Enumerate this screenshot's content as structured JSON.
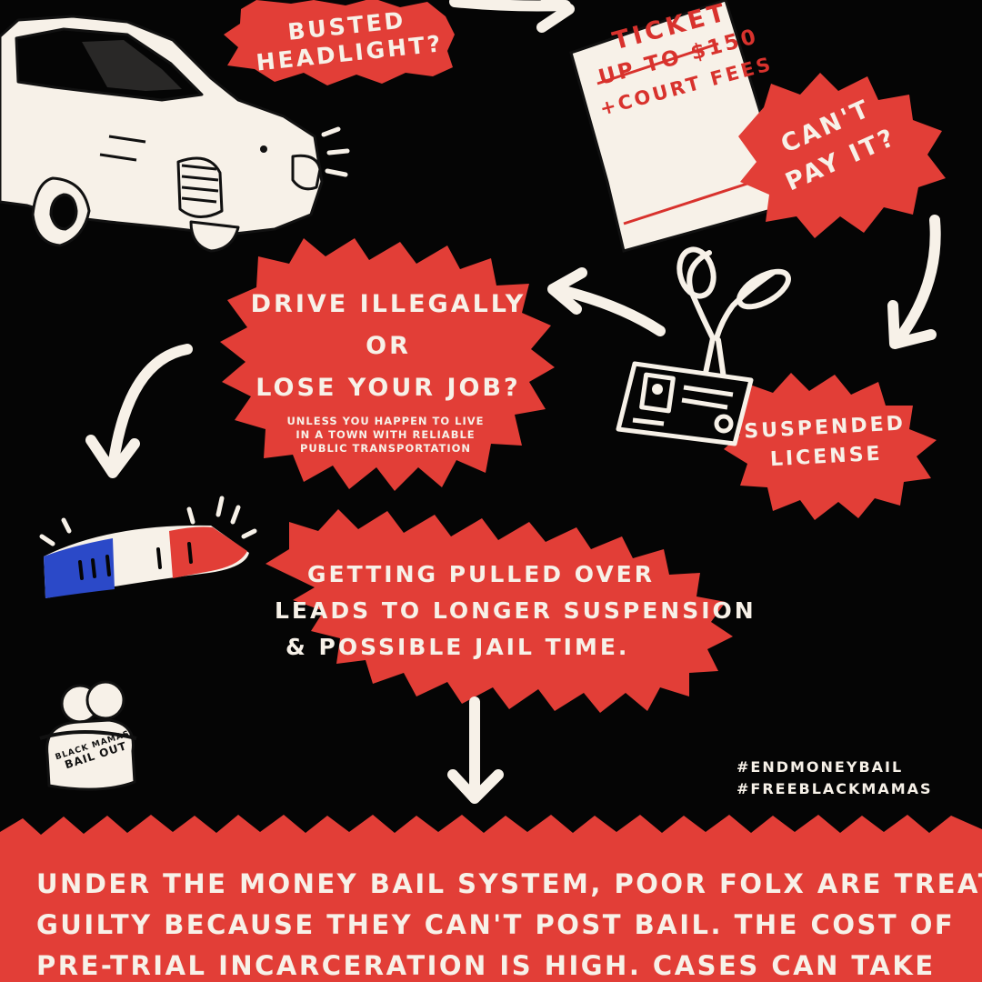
{
  "colors": {
    "background": "#050505",
    "badge_red": "#e23e37",
    "ink_white": "#f7f1e8",
    "ticket_red": "#d8322d",
    "siren_blue": "#2b49c8"
  },
  "icons": [
    "car-icon",
    "ticket-icon",
    "scissors-icon",
    "license-card-icon",
    "siren-light-icon",
    "hugging-figures-logo-icon",
    "arrow-icon"
  ],
  "badges": {
    "headlight": {
      "line1": "BUSTED",
      "line2": "HEADLIGHT?"
    },
    "ticket": {
      "line1": "TICKET",
      "line2": "UP TO $150",
      "line3": "+COURT FEES"
    },
    "cant_pay": {
      "line1": "CAN'T",
      "line2": "PAY IT?"
    },
    "drive": {
      "line1": "DRIVE ILLEGALLY",
      "line2": "OR",
      "line3": "LOSE YOUR JOB?",
      "note1": "UNLESS YOU HAPPEN TO LIVE",
      "note2": "IN A TOWN WITH RELIABLE",
      "note3": "PUBLIC TRANSPORTATION"
    },
    "suspended": {
      "line1": "SUSPENDED",
      "line2": "LICENSE"
    },
    "pulled_over": {
      "line1": "GETTING PULLED OVER",
      "line2": "LEADS TO LONGER SUSPENSION",
      "line3": "& POSSIBLE JAIL TIME."
    }
  },
  "logo": {
    "line1": "BLACK MAMAS",
    "line2": "BAIL OUT"
  },
  "hashtags": {
    "tag1": "#ENDMONEYBAIL",
    "tag2": "#FREEBLACKMAMAS"
  },
  "bottom_banner": {
    "line1": "UNDER THE MONEY BAIL SYSTEM, POOR FOLX ARE TREATED",
    "line2": "GUILTY BECAUSE THEY CAN'T POST BAIL. THE COST OF",
    "line3": "PRE-TRIAL INCARCERATION IS HIGH. CASES CAN TAKE"
  }
}
